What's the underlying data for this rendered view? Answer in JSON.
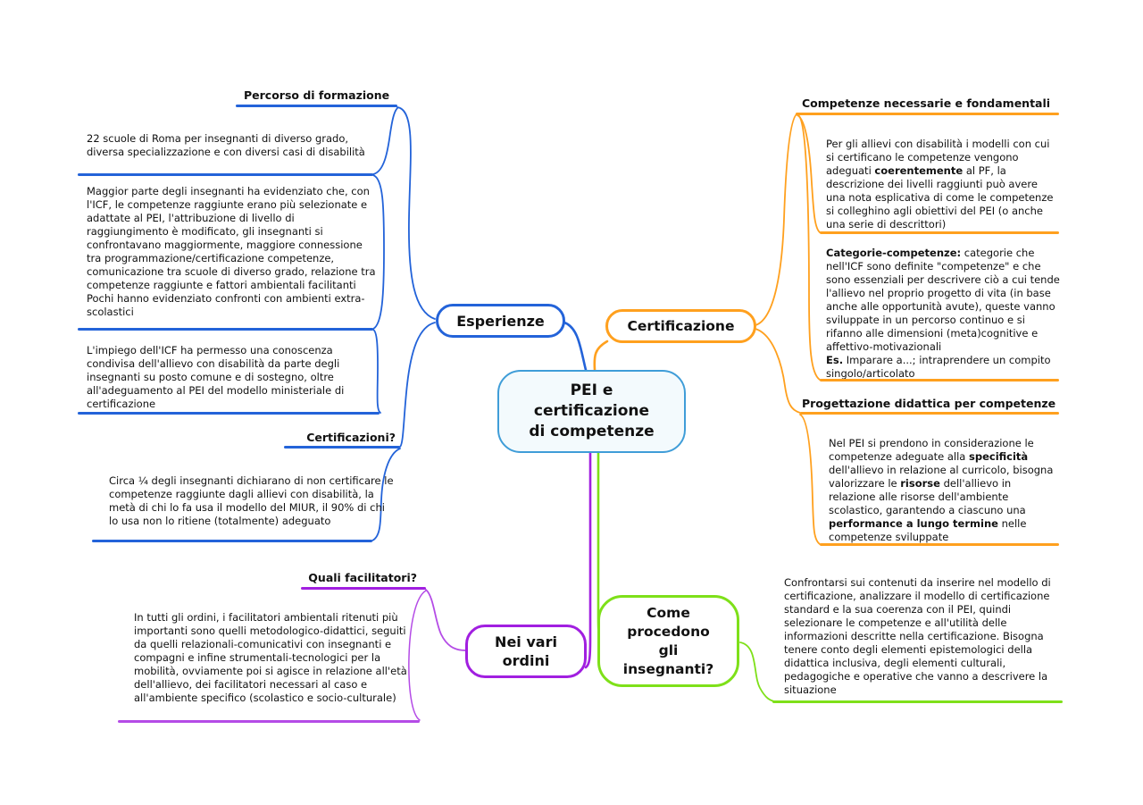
{
  "colors": {
    "blue": "#2363d9",
    "orange": "#ffa01e",
    "purple": "#a11fe0",
    "purple-light": "#b44be6",
    "green": "#7ee019",
    "central-border": "#3f9dd8",
    "central-bg": "#f3fafd"
  },
  "central": {
    "title": "PEI e\ncertificazione\ndi competenze"
  },
  "esperienze": {
    "label": "Esperienze",
    "percorso_heading": "Percorso di formazione",
    "scuole_text": "22 scuole di Roma per insegnanti di diverso grado, diversa specializzazione e con diversi casi di disabilità",
    "maggior_text": "Maggior parte degli insegnanti ha evidenziato che, con l'ICF, le competenze raggiunte erano più selezionate e adattate al PEI, l'attribuzione di livello di raggiungimento è modificato, gli insegnanti si confrontavano maggiormente, maggiore connessione tra programmazione/certificazione competenze, comunicazione tra scuole di diverso grado, relazione tra competenze raggiunte e fattori ambientali facilitanti\nPochi hanno evidenziato confronti con ambienti extra-scolastici",
    "impiego_text": "L'impiego dell'ICF ha permesso una conoscenza condivisa dell'allievo con disabilità da parte degli insegnanti su posto comune e di sostegno, oltre all'adeguamento al PEI del modello ministeriale di certificazione",
    "certificazioni_heading": "Certificazioni?",
    "circa_text": "Circa ¼ degli insegnanti dichiarano di non certificare le competenze raggiunte dagli allievi con disabilità, la metà di chi lo fa usa il modello del MIUR, il 90% di chi lo usa non lo ritiene (totalmente) adeguato"
  },
  "certificazione": {
    "label": "Certificazione",
    "competenze_heading": "Competenze necessarie e fondamentali",
    "pergli_runs": [
      {
        "t": "Per gli allievi con disabilità i modelli con cui si certificano le competenze vengono adeguati "
      },
      {
        "t": "coerentemente",
        "b": true
      },
      {
        "t": " al PF, la descrizione dei livelli raggiunti può avere una nota esplicativa di come le competenze si colleghino agli obiettivi del PEI (o anche una serie di descrittori)"
      }
    ],
    "categorie_runs": [
      {
        "t": "Categorie-competenze:",
        "b": true
      },
      {
        "t": " categorie che nell'ICF sono definite \"competenze\" e che sono essenziali per descrivere ciò a cui tende l'allievo nel proprio progetto di vita (in base anche alle opportunità avute), queste vanno sviluppate in un percorso continuo e si rifanno alle dimensioni (meta)cognitive e affettivo-motivazionali\n"
      },
      {
        "t": "Es.",
        "b": true
      },
      {
        "t": " Imparare a...; intraprendere un compito singolo/articolato"
      }
    ],
    "progettazione_heading": "Progettazione didattica per competenze",
    "nelpei_runs": [
      {
        "t": "Nel PEI si prendono in considerazione le competenze adeguate alla "
      },
      {
        "t": "specificità",
        "b": true
      },
      {
        "t": " dell'allievo in relazione al curricolo, bisogna valorizzare le "
      },
      {
        "t": "risorse",
        "b": true
      },
      {
        "t": " dell'allievo in relazione alle risorse dell'ambiente scolastico, garantendo a ciascuno una "
      },
      {
        "t": "performance a lungo termine",
        "b": true
      },
      {
        "t": " nelle competenze sviluppate"
      }
    ]
  },
  "nei_vari_ordini": {
    "label": "Nei vari\nordini",
    "facilitatori_heading": "Quali facilitatori?",
    "intutti_text": "In tutti gli ordini, i facilitatori ambientali ritenuti più importanti sono quelli metodologico-didattici, seguiti da quelli relazionali-comunicativi con insegnanti e compagni e infine strumentali-tecnologici per la mobilità, ovviamente poi si agisce in relazione all'età dell'allievo, dei facilitatori necessari al caso e all'ambiente specifico (scolastico e socio-culturale)"
  },
  "come_procedono": {
    "label": "Come\nprocedono\ngli\ninsegnanti?",
    "confrontarsi_text": "Confrontarsi sui contenuti da inserire nel modello di certificazione, analizzare il modello di certificazione standard e la sua coerenza con il PEI, quindi selezionare le competenze e all'utilità delle informazioni descritte nella certificazione. Bisogna tenere conto degli elementi epistemologici della didattica inclusiva, degli elementi culturali, pedagogiche e operative che vanno a descrivere la situazione"
  }
}
